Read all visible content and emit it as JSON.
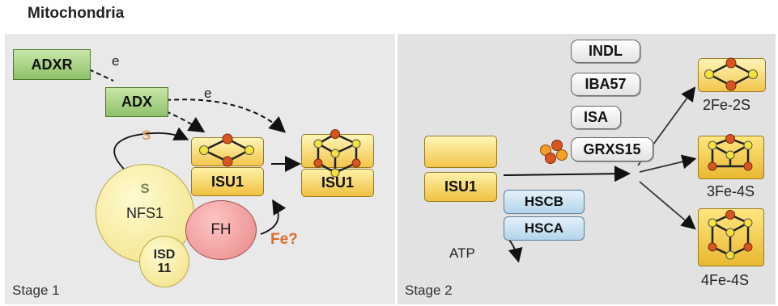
{
  "title": "Mitochondria",
  "stage1": {
    "label": "Stage 1",
    "adxr": "ADXR",
    "adx": "ADX",
    "e1": "e",
    "e2": "e",
    "sulfur_top": "S",
    "sulfur_nfs": "S",
    "nfs1": "NFS1",
    "isd11": "ISD\n11",
    "fh": "FH",
    "fe": "Fe?",
    "isu1_a": "ISU1",
    "isu1_b": "ISU1"
  },
  "stage2": {
    "label": "Stage 2",
    "isu1": "ISU1",
    "indl": "INDL",
    "iba57": "IBA57",
    "isa": "ISA",
    "grxs15": "GRXS15",
    "hscb": "HSCB",
    "hsca": "HSCA",
    "atp": "ATP",
    "c2fe2s": "2Fe-2S",
    "c3fe4s": "3Fe-4S",
    "c4fe4s": "4Fe-4S"
  },
  "colors": {
    "iron": "#f5e23a",
    "sulfur": "#d9561f",
    "protein_yellow": "#f0c040",
    "fe_label": "#e06a2a",
    "s_label": "#e0a060"
  }
}
